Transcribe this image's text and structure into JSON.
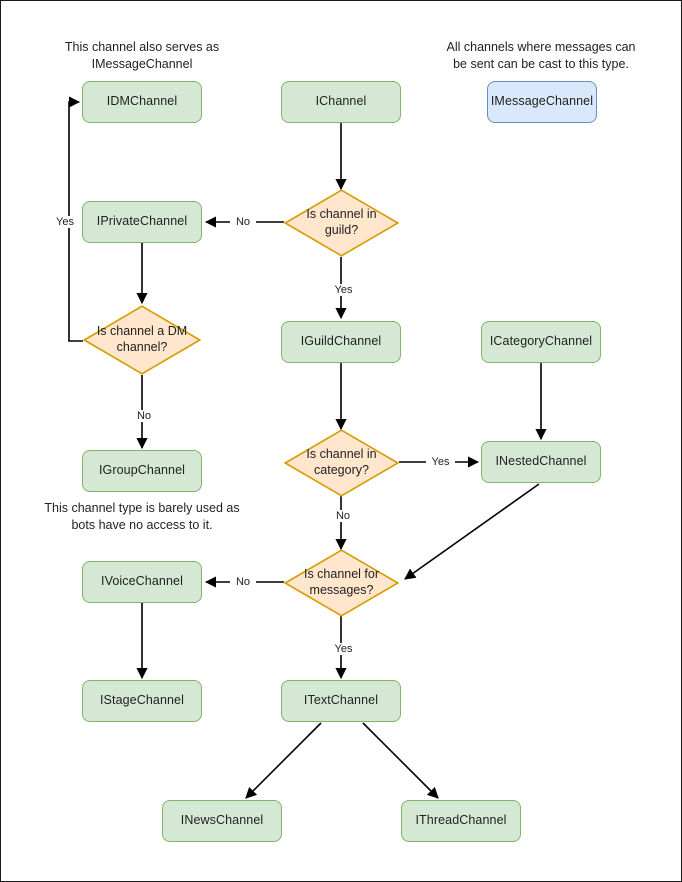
{
  "diagram": {
    "title": "Discord channel interface type decision flowchart",
    "colors": {
      "green_fill": "#d5e8d4",
      "green_border": "#82b366",
      "blue_fill": "#dae8fc",
      "blue_border": "#6c8ebf",
      "orange_fill": "#ffe6cc",
      "orange_border": "#d79b00",
      "edge": "#000000",
      "page_border": "#1a1a1a",
      "background": "#ffffff"
    },
    "notes": [
      {
        "id": "note-dm",
        "text": "This channel also serves as\nIMessageChannel"
      },
      {
        "id": "note-message",
        "text": "All channels where messages can\nbe sent can be cast to this type."
      },
      {
        "id": "note-group",
        "text": "This channel type is barely used as\nbots have no access to it."
      }
    ],
    "nodes": [
      {
        "id": "idm-channel",
        "label": "IDMChannel",
        "shape": "box",
        "style": "green"
      },
      {
        "id": "ichannel",
        "label": "IChannel",
        "shape": "box",
        "style": "green"
      },
      {
        "id": "imessage-channel",
        "label": "IMessageChannel",
        "shape": "box",
        "style": "blue"
      },
      {
        "id": "iprivate-channel",
        "label": "IPrivateChannel",
        "shape": "box",
        "style": "green"
      },
      {
        "id": "is-channel-guild",
        "label": "Is channel in guild?",
        "shape": "diamond",
        "style": "orange"
      },
      {
        "id": "is-dm-channel",
        "label": "Is channel a DM channel?",
        "shape": "diamond",
        "style": "orange"
      },
      {
        "id": "iguild-channel",
        "label": "IGuildChannel",
        "shape": "box",
        "style": "green"
      },
      {
        "id": "icategory-channel",
        "label": "ICategoryChannel",
        "shape": "box",
        "style": "green"
      },
      {
        "id": "igroup-channel",
        "label": "IGroupChannel",
        "shape": "box",
        "style": "green"
      },
      {
        "id": "is-channel-category",
        "label": "Is channel in category?",
        "shape": "diamond",
        "style": "orange"
      },
      {
        "id": "inested-channel",
        "label": "INestedChannel",
        "shape": "box",
        "style": "green"
      },
      {
        "id": "ivoice-channel",
        "label": "IVoiceChannel",
        "shape": "box",
        "style": "green"
      },
      {
        "id": "is-channel-messages",
        "label": "Is channel for messages?",
        "shape": "diamond",
        "style": "orange"
      },
      {
        "id": "istage-channel",
        "label": "IStageChannel",
        "shape": "box",
        "style": "green"
      },
      {
        "id": "itext-channel",
        "label": "ITextChannel",
        "shape": "box",
        "style": "green"
      },
      {
        "id": "inews-channel",
        "label": "INewsChannel",
        "shape": "box",
        "style": "green"
      },
      {
        "id": "ithread-channel",
        "label": "IThreadChannel",
        "shape": "box",
        "style": "green"
      }
    ],
    "edge_labels": [
      {
        "id": "label-guild-no",
        "text": "No"
      },
      {
        "id": "label-guild-yes",
        "text": "Yes"
      },
      {
        "id": "label-dm-yes",
        "text": "Yes"
      },
      {
        "id": "label-dm-no",
        "text": "No"
      },
      {
        "id": "label-category-yes",
        "text": "Yes"
      },
      {
        "id": "label-category-no",
        "text": "No"
      },
      {
        "id": "label-messages-no",
        "text": "No"
      },
      {
        "id": "label-messages-yes",
        "text": "Yes"
      }
    ],
    "edges": [
      {
        "from": "ichannel",
        "to": "is-channel-guild",
        "label": ""
      },
      {
        "from": "is-channel-guild",
        "to": "iprivate-channel",
        "label": "No"
      },
      {
        "from": "is-channel-guild",
        "to": "iguild-channel",
        "label": "Yes"
      },
      {
        "from": "iprivate-channel",
        "to": "is-dm-channel",
        "label": ""
      },
      {
        "from": "is-dm-channel",
        "to": "idm-channel",
        "label": "Yes"
      },
      {
        "from": "is-dm-channel",
        "to": "igroup-channel",
        "label": "No"
      },
      {
        "from": "iguild-channel",
        "to": "is-channel-category",
        "label": ""
      },
      {
        "from": "is-channel-category",
        "to": "inested-channel",
        "label": "Yes"
      },
      {
        "from": "is-channel-category",
        "to": "is-channel-messages",
        "label": "No"
      },
      {
        "from": "icategory-channel",
        "to": "inested-channel",
        "label": ""
      },
      {
        "from": "inested-channel",
        "to": "is-channel-messages",
        "label": ""
      },
      {
        "from": "is-channel-messages",
        "to": "ivoice-channel",
        "label": "No"
      },
      {
        "from": "is-channel-messages",
        "to": "itext-channel",
        "label": "Yes"
      },
      {
        "from": "ivoice-channel",
        "to": "istage-channel",
        "label": ""
      },
      {
        "from": "itext-channel",
        "to": "inews-channel",
        "label": ""
      },
      {
        "from": "itext-channel",
        "to": "ithread-channel",
        "label": ""
      }
    ]
  }
}
